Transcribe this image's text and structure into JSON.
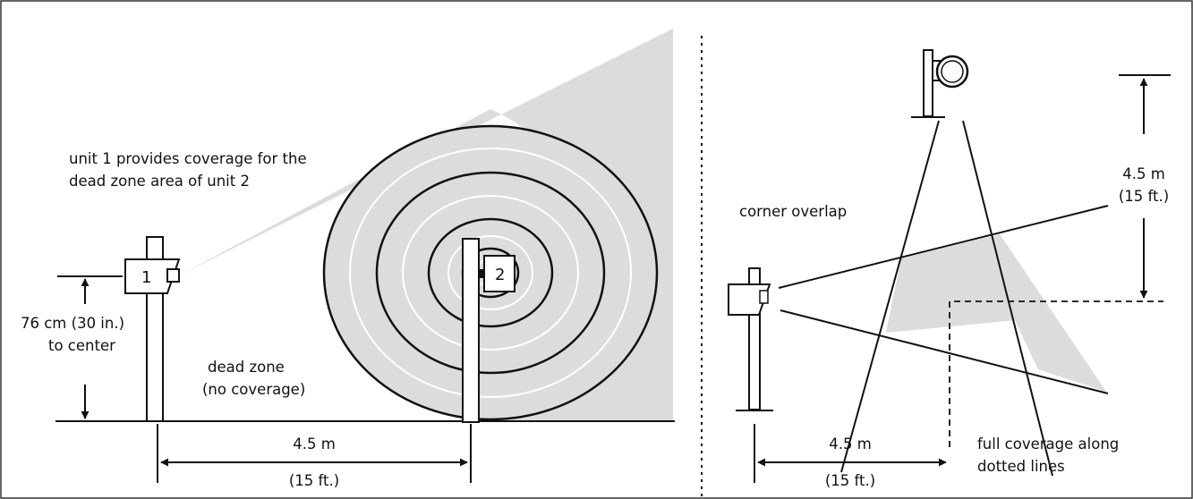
{
  "left_panel": {
    "callout_line1": "unit 1 provides coverage for the",
    "callout_line2": "dead zone area of unit 2",
    "unit1_label": "1",
    "unit2_label": "2",
    "height_line1": "76 cm (30 in.)",
    "height_line2": "to center",
    "dead_zone_line1": "dead zone",
    "dead_zone_line2": "(no coverage)",
    "distance_line1": "4.5 m",
    "distance_line2": "(15 ft.)"
  },
  "right_panel": {
    "corner_label": "corner overlap",
    "vertical_line1": "4.5 m",
    "vertical_line2": "(15 ft.)",
    "distance_line1": "4.5 m",
    "distance_line2": "(15 ft.)",
    "full_cov_line1": "full coverage along",
    "full_cov_line2": "dotted lines"
  },
  "colors": {
    "coverage_fill": "#dcdcdc",
    "stroke": "#111111",
    "frame": "#333333"
  }
}
